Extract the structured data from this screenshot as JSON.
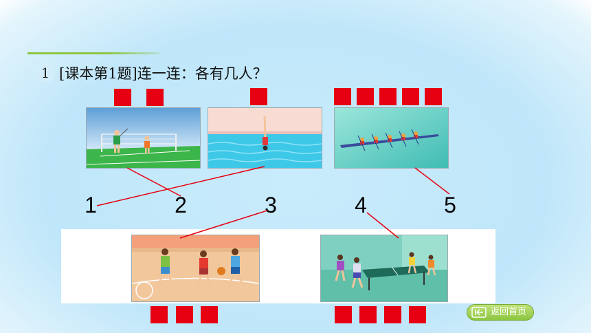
{
  "question": {
    "number": "1",
    "text": "[课本第1题]连一连：各有几人？"
  },
  "numbers": [
    "1",
    "2",
    "3",
    "4",
    "5"
  ],
  "scenes": {
    "badminton": {
      "icon": "badminton-scene-icon",
      "count_squares": 2
    },
    "diving": {
      "icon": "diving-scene-icon",
      "count_squares": 1
    },
    "rowing": {
      "icon": "rowing-scene-icon",
      "count_squares": 5
    },
    "basketball": {
      "icon": "basketball-scene-icon",
      "count_squares": 3
    },
    "table_tennis": {
      "icon": "table-tennis-scene-icon",
      "count_squares": 4
    }
  },
  "colors": {
    "square": "#e60012",
    "line": "#e60012",
    "accent": "#8cc63f"
  },
  "home_button": {
    "label": "返回首页",
    "icon": "return-icon"
  }
}
